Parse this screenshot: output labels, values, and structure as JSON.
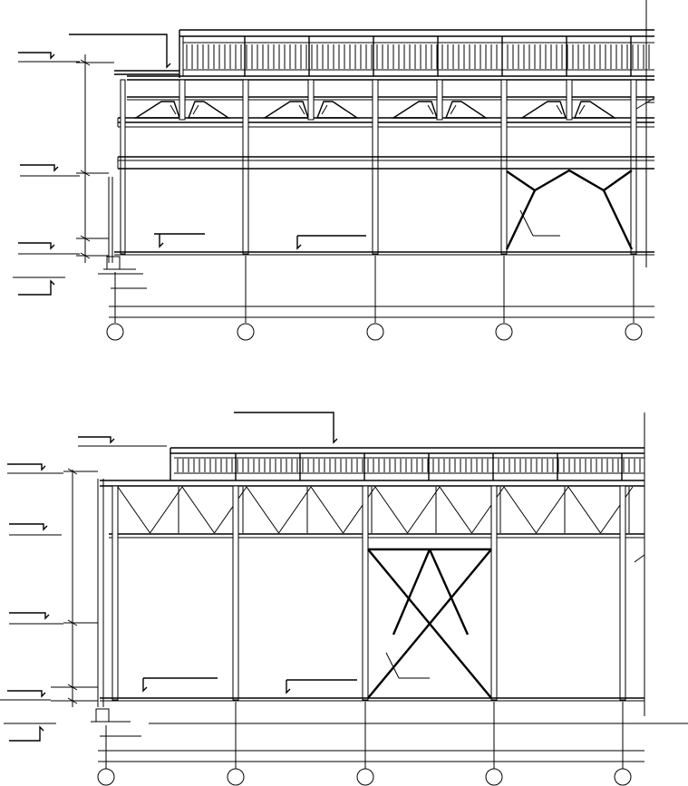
{
  "diagram": {
    "type": "structural-elevation",
    "views": [
      {
        "id": "elevation-upper",
        "column_axes": [
          "",
          "",
          "",
          "",
          ""
        ],
        "bracing": "diamond-portal",
        "truss": "inverted-v-subdivided"
      },
      {
        "id": "elevation-lower",
        "column_axes": [
          "",
          "",
          "",
          "",
          ""
        ],
        "bracing": "x-portal",
        "truss": "warren"
      }
    ]
  }
}
